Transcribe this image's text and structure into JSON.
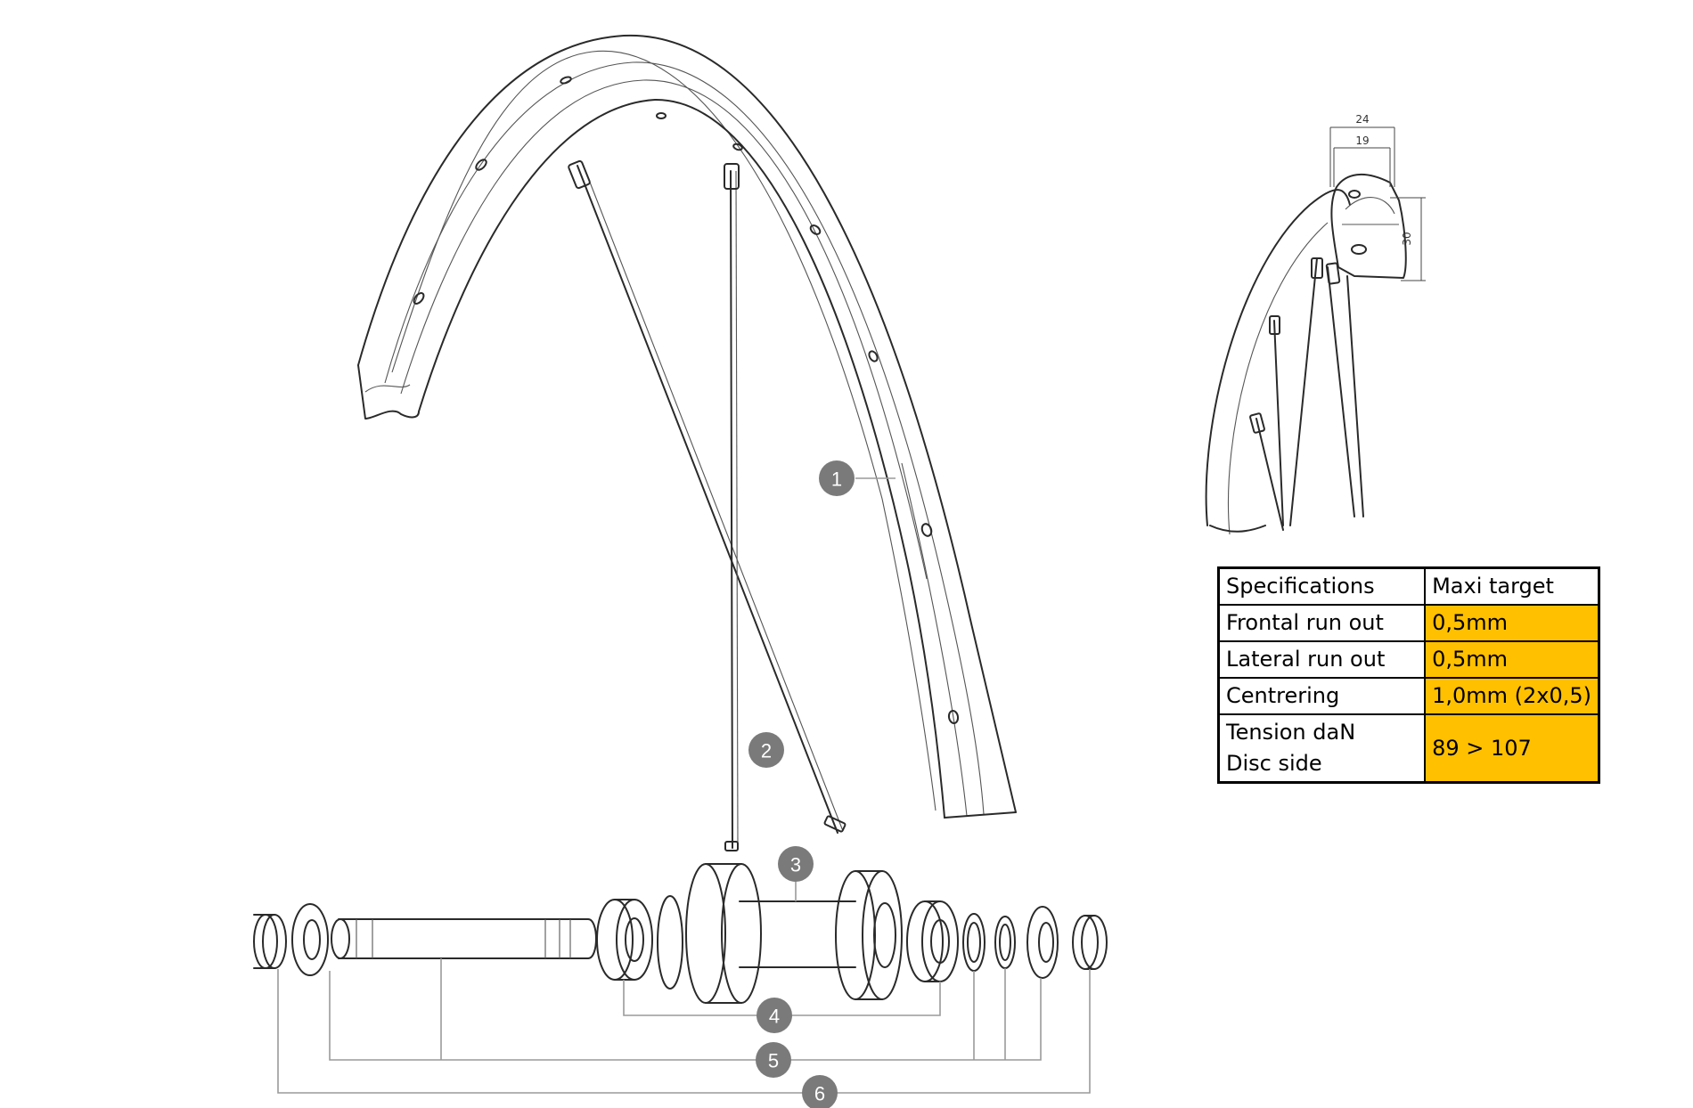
{
  "callouts": [
    "1",
    "2",
    "3",
    "4",
    "5",
    "6"
  ],
  "dimensions": {
    "width_outer": "24",
    "width_inner": "19",
    "height": "30"
  },
  "spec_table": {
    "header": {
      "label": "Specifications",
      "value": "Maxi target"
    },
    "rows": [
      {
        "label": "Frontal run out",
        "value": "0,5mm"
      },
      {
        "label": "Lateral run out",
        "value": "0,5mm"
      },
      {
        "label": "Centrering",
        "value": "1,0mm (2x0,5)"
      },
      {
        "label_line1": "Tension daN",
        "label_line2": "Disc side",
        "value": "89 > 107"
      }
    ]
  },
  "colors": {
    "callout_fill": "#7a7a7a",
    "highlight": "#ffc000",
    "line": "#2a2a2a"
  }
}
